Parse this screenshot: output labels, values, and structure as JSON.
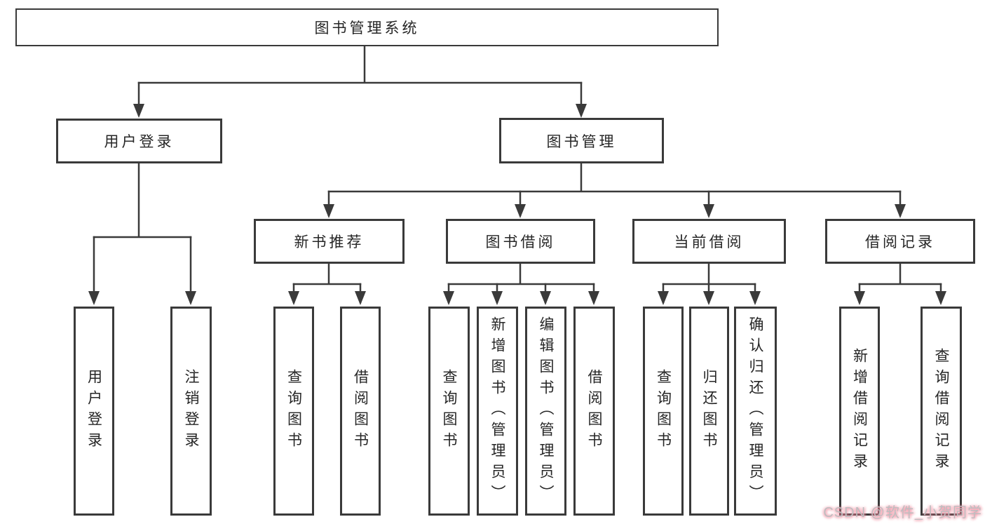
{
  "diagram": {
    "type": "hierarchy-chart",
    "nodes": {
      "root": {
        "label": "图书管理系统"
      },
      "user_login": {
        "label": "用户登录"
      },
      "book_mgmt": {
        "label": "图书管理"
      },
      "user_login_action": {
        "label": "用户登录"
      },
      "logout_action": {
        "label": "注销登录"
      },
      "new_book_rec": {
        "label": "新书推荐"
      },
      "book_borrow": {
        "label": "图书借阅"
      },
      "current_borrow": {
        "label": "当前借阅"
      },
      "borrow_record": {
        "label": "借阅记录"
      },
      "nb_query_book": {
        "label": "查询图书"
      },
      "nb_borrow_book": {
        "label": "借阅图书"
      },
      "bb_query_book": {
        "label": "查询图书"
      },
      "bb_add_book": {
        "label": "新增图书（管理员）"
      },
      "bb_edit_book": {
        "label": "编辑图书（管理员）"
      },
      "bb_borrow_book": {
        "label": "借阅图书"
      },
      "cb_query_book": {
        "label": "查询图书"
      },
      "cb_return_book": {
        "label": "归还图书"
      },
      "cb_confirm_return": {
        "label": "确认归还（管理员）"
      },
      "br_add_record": {
        "label": "新增借阅记录"
      },
      "br_query_record": {
        "label": "查询借阅记录"
      }
    },
    "edges": [
      [
        "root",
        "user_login"
      ],
      [
        "root",
        "book_mgmt"
      ],
      [
        "user_login",
        "user_login_action"
      ],
      [
        "user_login",
        "logout_action"
      ],
      [
        "book_mgmt",
        "new_book_rec"
      ],
      [
        "book_mgmt",
        "book_borrow"
      ],
      [
        "book_mgmt",
        "current_borrow"
      ],
      [
        "book_mgmt",
        "borrow_record"
      ],
      [
        "new_book_rec",
        "nb_query_book"
      ],
      [
        "new_book_rec",
        "nb_borrow_book"
      ],
      [
        "book_borrow",
        "bb_query_book"
      ],
      [
        "book_borrow",
        "bb_add_book"
      ],
      [
        "book_borrow",
        "bb_edit_book"
      ],
      [
        "book_borrow",
        "bb_borrow_book"
      ],
      [
        "current_borrow",
        "cb_query_book"
      ],
      [
        "current_borrow",
        "cb_return_book"
      ],
      [
        "current_borrow",
        "cb_confirm_return"
      ],
      [
        "borrow_record",
        "br_add_record"
      ],
      [
        "borrow_record",
        "br_query_record"
      ]
    ]
  },
  "watermark": {
    "text": "CSDN @软件_小贺同学"
  },
  "colors": {
    "line": "#3a3a3a",
    "box_border": "#3a3a3a",
    "text": "#262626",
    "background": "#ffffff",
    "watermark_gray": "#bdbec0",
    "watermark_pink": "#f08296"
  }
}
